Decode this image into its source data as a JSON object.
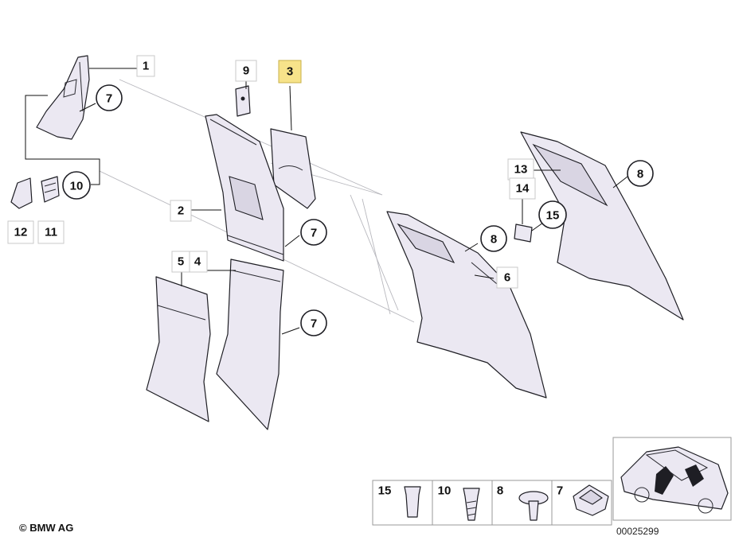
{
  "diagram": {
    "callouts": {
      "c1": "1",
      "c2": "2",
      "c3": "3",
      "c4": "4",
      "c5": "5",
      "c6": "6",
      "c7a": "7",
      "c7b": "7",
      "c7c": "7",
      "c8a": "8",
      "c8b": "8",
      "c9": "9",
      "c10": "10",
      "c11": "11",
      "c12": "12",
      "c13": "13",
      "c14": "14",
      "c15": "15"
    },
    "legend": {
      "items": [
        "15",
        "10",
        "8",
        "7"
      ]
    },
    "copyright": "© BMW AG",
    "drawing_number": "00025299"
  },
  "colors": {
    "part_fill": "#ebe8f2",
    "highlight": "#f7e38a",
    "callout_stripe": "#1e1e24"
  }
}
